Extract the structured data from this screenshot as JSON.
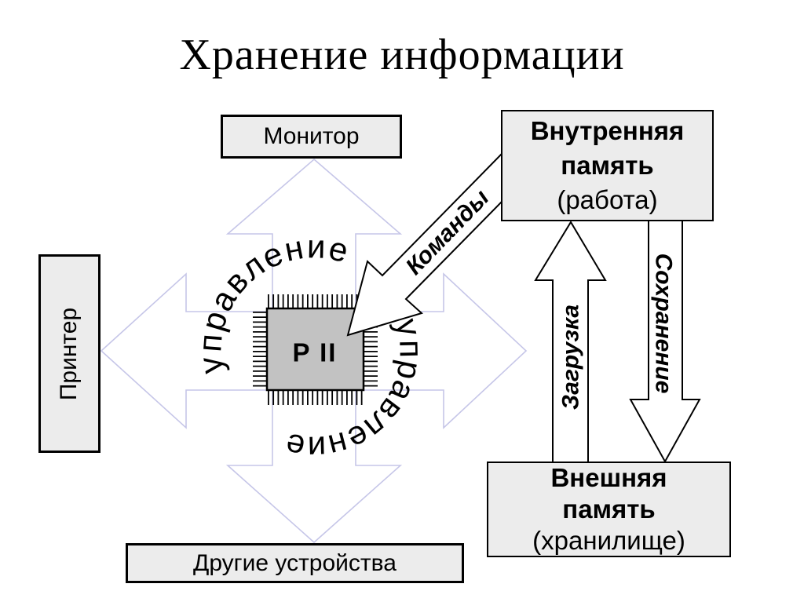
{
  "title": "Хранение информации",
  "colors": {
    "background": "#ffffff",
    "box_fill": "#ececec",
    "cpu_fill": "#c2c2c2",
    "outline": "#000000",
    "io_arrow_outline": "#c6c6e8"
  },
  "diagram": {
    "cpu": {
      "label": "P II"
    },
    "curved_text": {
      "word": "управление",
      "instances": 2
    },
    "boxes": {
      "monitor": {
        "label": "Монитор"
      },
      "printer": {
        "label": "Принтер"
      },
      "other_devices": {
        "label": "Другие устройства"
      },
      "internal_memory": {
        "lines": [
          "Внутренняя",
          "память",
          "(работа)"
        ]
      },
      "external_memory": {
        "lines": [
          "Внешняя",
          "память",
          "(хранилище)"
        ]
      }
    },
    "arrows": {
      "commands": {
        "label": "Команды",
        "from": "internal_memory",
        "to": "cpu"
      },
      "load": {
        "label": "Загрузка",
        "from": "external_memory",
        "to": "internal_memory"
      },
      "save": {
        "label": "Сохранение",
        "from": "internal_memory",
        "to": "external_memory"
      }
    }
  }
}
